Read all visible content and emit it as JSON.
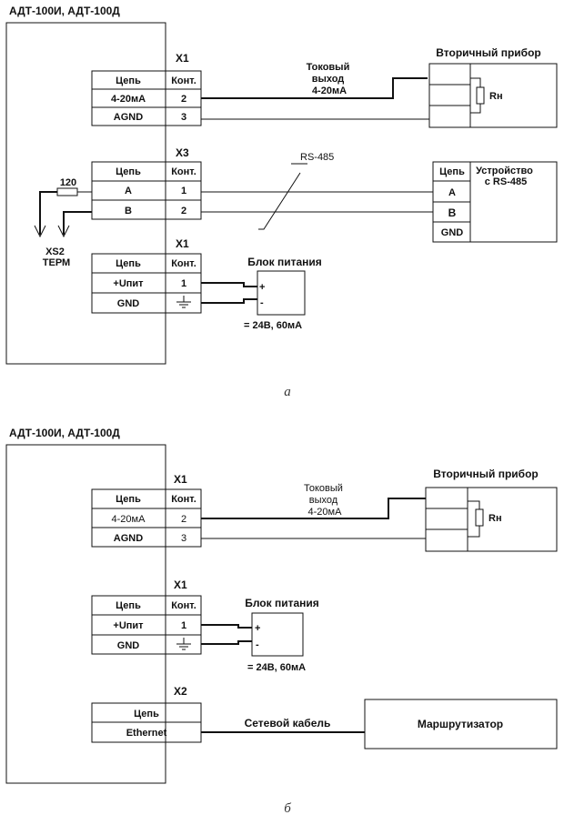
{
  "diagram_a": {
    "device_title": "АДТ-100И, АДТ-100Д",
    "caption": "а",
    "x1_current": {
      "connector": "X1",
      "col_chain": "Цепь",
      "col_contact": "Конт.",
      "rows": [
        {
          "chain": "4-20мА",
          "contact": "2"
        },
        {
          "chain": "AGND",
          "contact": "3"
        }
      ]
    },
    "x3_rs485": {
      "connector": "X3",
      "col_chain": "Цепь",
      "col_contact": "Конт.",
      "rows": [
        {
          "chain": "A",
          "contact": "1"
        },
        {
          "chain": "B",
          "contact": "2"
        }
      ]
    },
    "x1_power": {
      "connector": "X1",
      "col_chain": "Цепь",
      "col_contact": "Конт.",
      "rows": [
        {
          "chain": "+Uпит",
          "contact": "1"
        },
        {
          "chain": "GND",
          "contact": ""
        }
      ]
    },
    "current_output_label": [
      "Токовый",
      "выход",
      "4-20мА"
    ],
    "secondary_device": "Вторичный прибор",
    "load_resistor": "Rн",
    "rs485_label": "RS-485",
    "rs485_device": {
      "col_chain": "Цепь",
      "title": [
        "Устройство",
        "с RS-485"
      ],
      "rows": [
        "A",
        "B",
        "GND"
      ]
    },
    "terminator_resistor": "120",
    "terminator_label": [
      "XS2",
      "ТЕРМ"
    ],
    "power_block": "Блок питания",
    "power_plus": "+",
    "power_minus": "-",
    "power_spec": "= 24В, 60мА"
  },
  "diagram_b": {
    "device_title": "АДТ-100И, АДТ-100Д",
    "caption": "б",
    "x1_current": {
      "connector": "X1",
      "col_chain": "Цепь",
      "col_contact": "Конт.",
      "rows": [
        {
          "chain": "4-20мА",
          "contact": "2"
        },
        {
          "chain": "AGND",
          "contact": "3"
        }
      ]
    },
    "x1_power": {
      "connector": "X1",
      "col_chain": "Цепь",
      "col_contact": "Конт.",
      "rows": [
        {
          "chain": "+Uпит",
          "contact": "1"
        },
        {
          "chain": "GND",
          "contact": ""
        }
      ]
    },
    "x2_ethernet": {
      "connector": "X2",
      "col_chain": "Цепь",
      "row": "Ethernet"
    },
    "current_output_label": [
      "Токовый",
      "выход",
      "4-20мА"
    ],
    "secondary_device": "Вторичный прибор",
    "load_resistor": "Rн",
    "power_block": "Блок питания",
    "power_plus": "+",
    "power_minus": "-",
    "power_spec": "= 24В, 60мА",
    "network_cable": "Сетевой кабель",
    "router": "Маршрутизатор"
  }
}
